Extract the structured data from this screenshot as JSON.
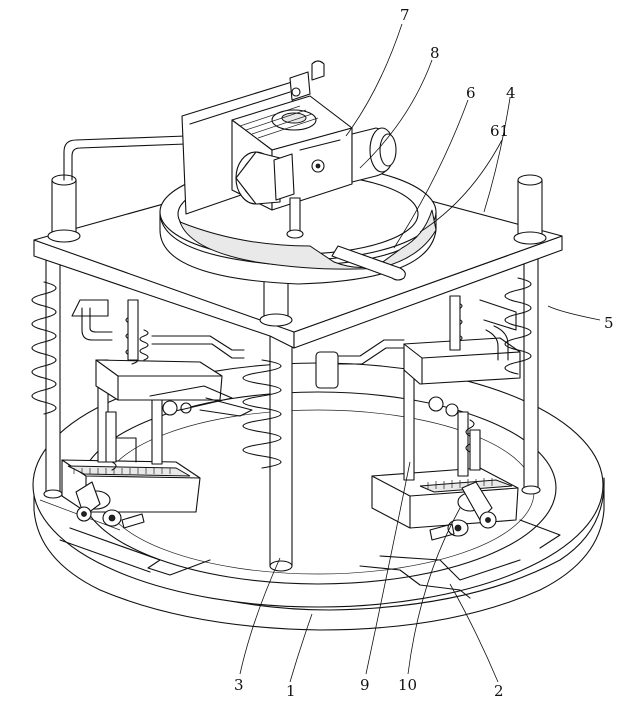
{
  "labels": {
    "l1": "1",
    "l2": "2",
    "l3": "3",
    "l4": "4",
    "l5": "5",
    "l6": "6",
    "l61": "61",
    "l7": "7",
    "l8": "8",
    "l9": "9",
    "l10": "10"
  }
}
